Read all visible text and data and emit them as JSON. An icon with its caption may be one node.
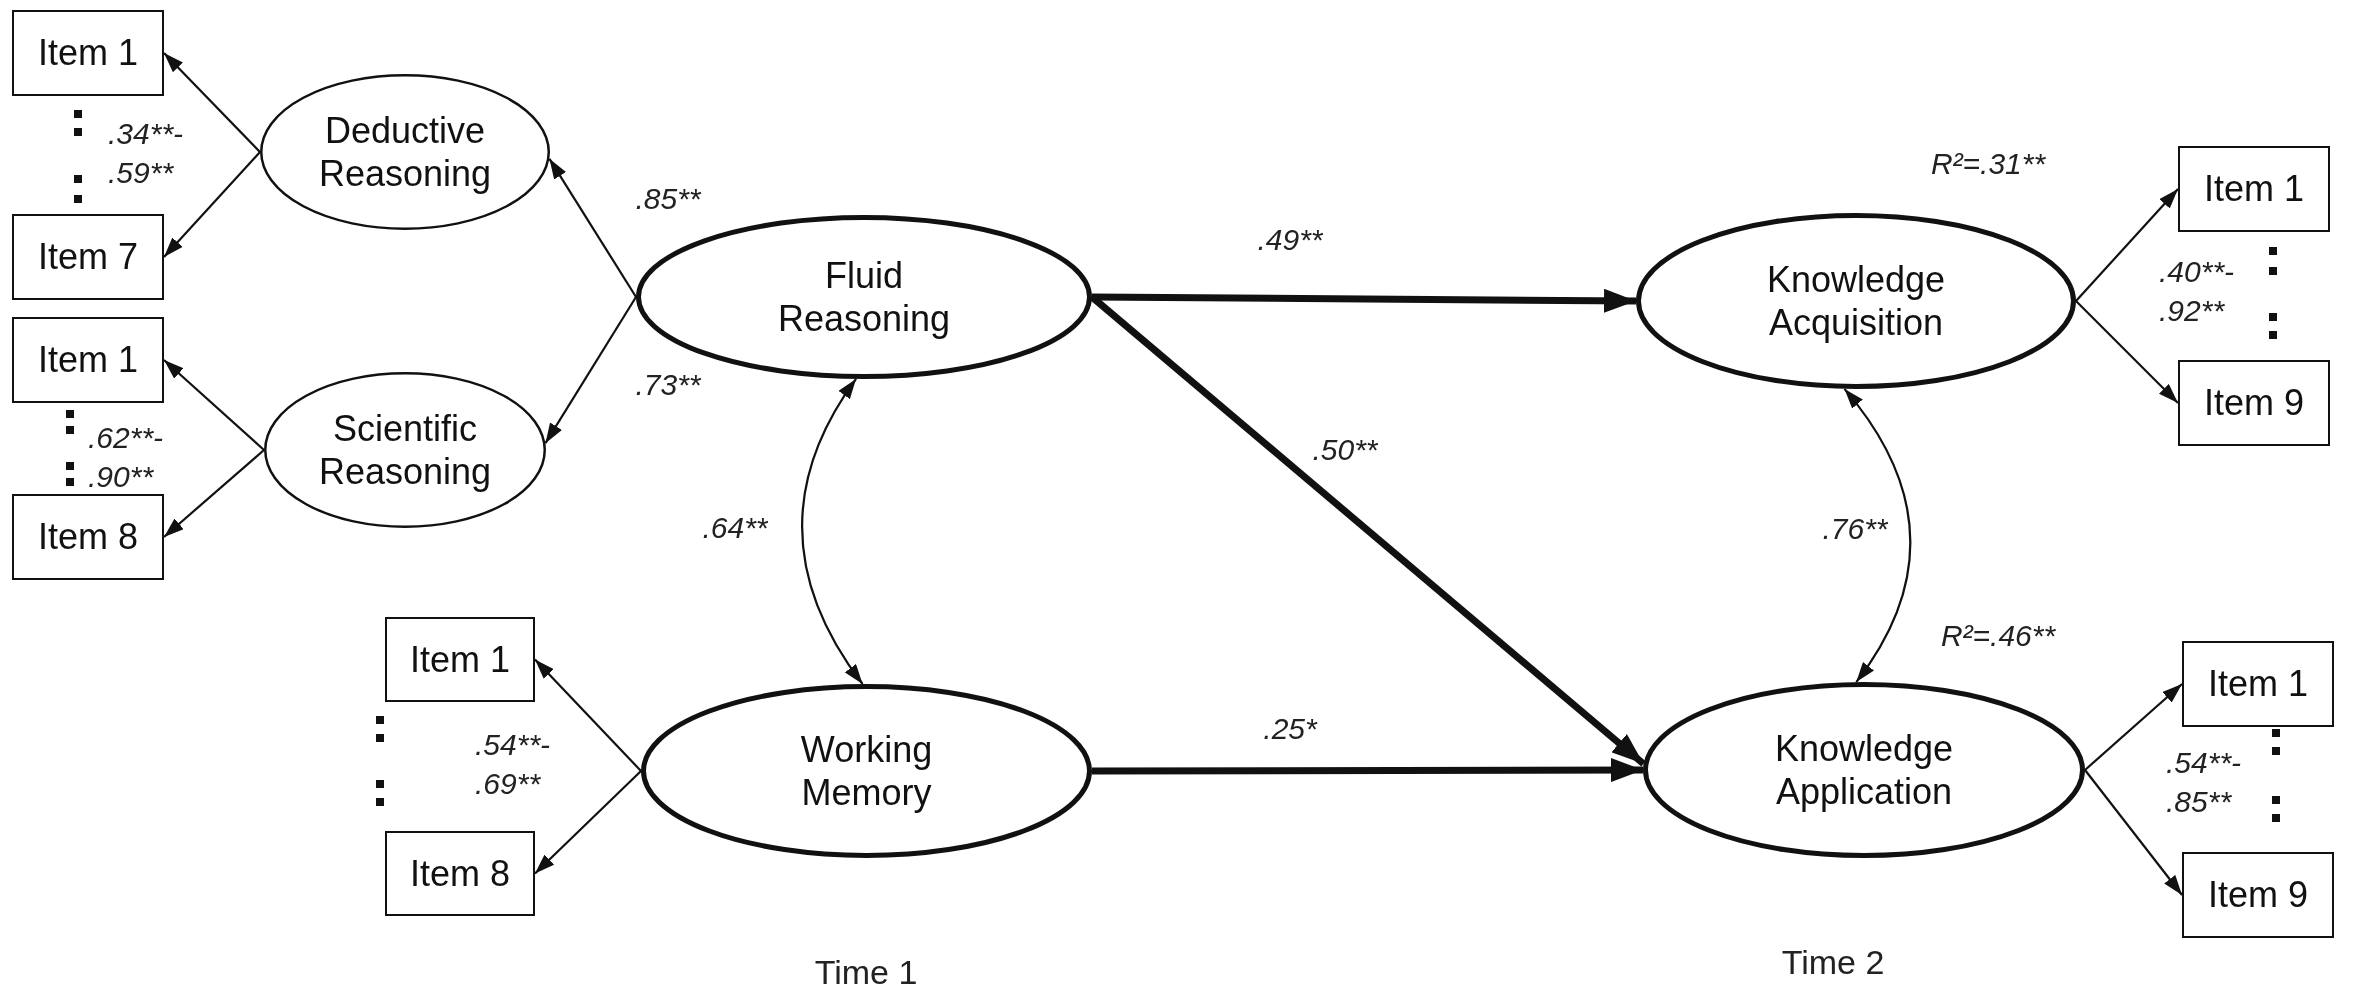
{
  "diagram": {
    "nodes": [
      {
        "text": [
          "Item 1"
        ]
      },
      {
        "text": [
          "Deductive Reasoning"
        ]
      },
      {
        "text": [
          "Item 7"
        ]
      },
      {
        "text": [
          "Fluid Reasoning"
        ]
      },
      {
        "text": [
          "Item 1"
        ]
      },
      {
        "text": [
          "Scientific Reasoning"
        ]
      },
      {
        "text": [
          "Item 8"
        ]
      },
      {
        "text": [
          "Knowledge Acquisition"
        ],
        "beside": [
          "R²=.31**"
        ]
      },
      {
        "text": [
          "Item 1"
        ]
      },
      {
        "text": [
          "Item 9"
        ]
      },
      {
        "text": [
          "Item 1"
        ]
      },
      {
        "text": [
          "Working Memory"
        ]
      },
      {
        "text": [
          "Item 8"
        ]
      },
      {
        "text": [
          "Knowledge Application"
        ],
        "beside": [
          "R²=.46**"
        ]
      },
      {
        "text": [
          "Item 1"
        ]
      },
      {
        "text": [
          "Item 9"
        ]
      }
    ],
    "edges": [
      {
        "from": 1,
        "to": 0,
        "arrow": "to"
      },
      {
        "from": 1,
        "to": 2,
        "arrow": "to"
      },
      {
        "from": 3,
        "to": 1,
        "arrow": "to",
        "label": ".85**"
      },
      {
        "from": 3,
        "to": 5,
        "arrow": "to",
        "label": ".73**"
      },
      {
        "from": 5,
        "to": 4,
        "arrow": "to"
      },
      {
        "from": 5,
        "to": 6,
        "arrow": "to"
      },
      {
        "from": 3,
        "to": 7,
        "arrow": "to",
        "label": ".49**",
        "style": "thick"
      },
      {
        "from": 3,
        "to": 13,
        "arrow": "to",
        "label": ".50**",
        "style": "thick"
      },
      {
        "from": 3,
        "to": 11,
        "arrow": "both",
        "label": ".64**"
      },
      {
        "from": 7,
        "to": 8,
        "arrow": "to"
      },
      {
        "from": 7,
        "to": 9,
        "arrow": "to"
      },
      {
        "from": 7,
        "to": 13,
        "arrow": "both",
        "label": ".76**"
      },
      {
        "from": 11,
        "to": 10,
        "arrow": "to"
      },
      {
        "from": 11,
        "to": 12,
        "arrow": "to"
      },
      {
        "from": 11,
        "to": 13,
        "arrow": "to",
        "label": ".25*",
        "style": "thick"
      },
      {
        "from": 13,
        "to": 14,
        "arrow": "to"
      },
      {
        "from": 13,
        "to": 15,
        "arrow": "to"
      }
    ],
    "labels": [
      ".34**- .59**",
      ".40**- .92**",
      ".62**- .90**",
      ".54**- .69**",
      ".54**- .85**",
      "Time 2",
      "Time 1"
    ]
  }
}
